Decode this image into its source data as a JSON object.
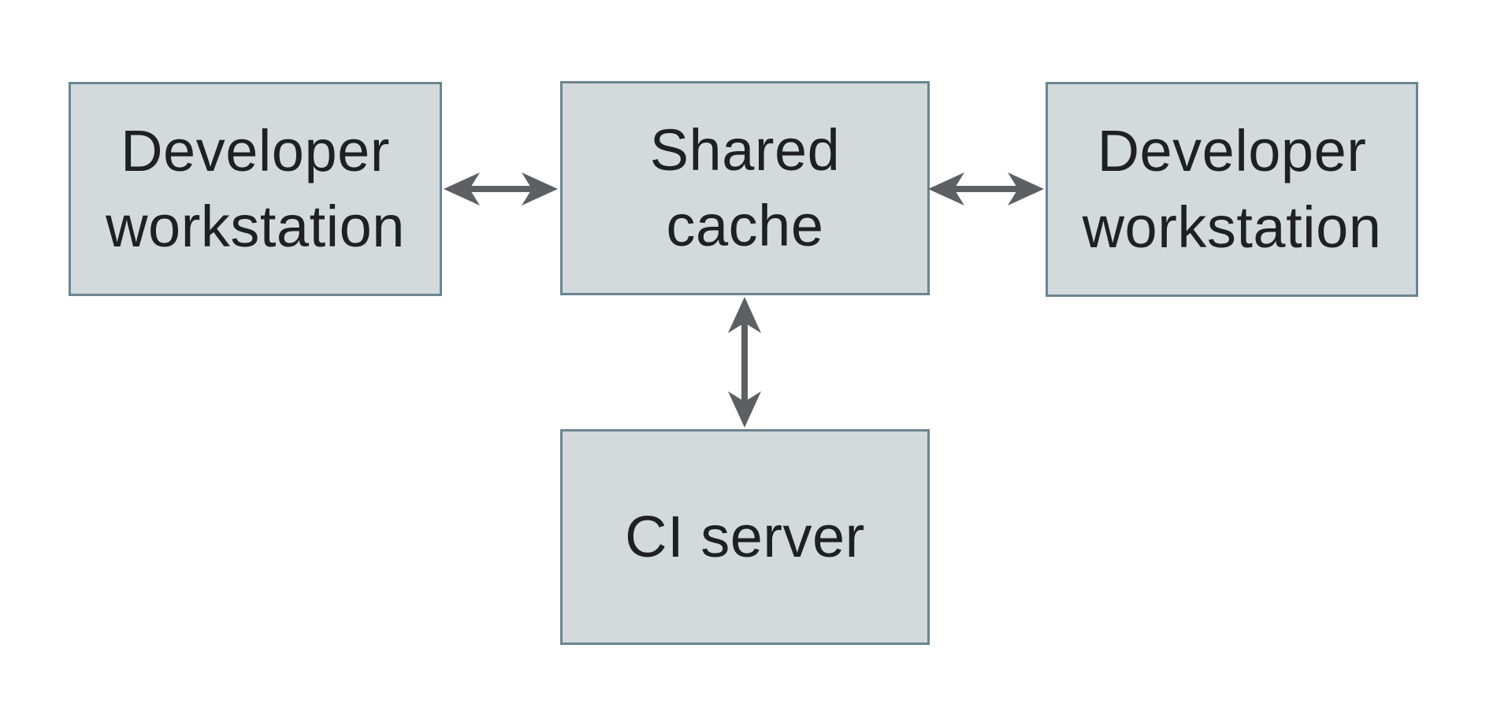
{
  "diagram": {
    "type": "architecture-diagram",
    "nodes": [
      {
        "id": "developer-workstation-left",
        "label": "Developer workstation"
      },
      {
        "id": "shared-cache",
        "label": "Shared cache"
      },
      {
        "id": "developer-workstation-right",
        "label": "Developer workstation"
      },
      {
        "id": "ci-server",
        "label": "CI server"
      }
    ],
    "edges": [
      {
        "from": "developer-workstation-left",
        "to": "shared-cache",
        "direction": "bidirectional"
      },
      {
        "from": "shared-cache",
        "to": "developer-workstation-right",
        "direction": "bidirectional"
      },
      {
        "from": "shared-cache",
        "to": "ci-server",
        "direction": "bidirectional"
      }
    ],
    "colors": {
      "background": "#ffffff",
      "node_fill": "#d3dadc",
      "node_border": "#6b8591",
      "arrow": "#5c6063",
      "text": "#1e2021"
    }
  }
}
